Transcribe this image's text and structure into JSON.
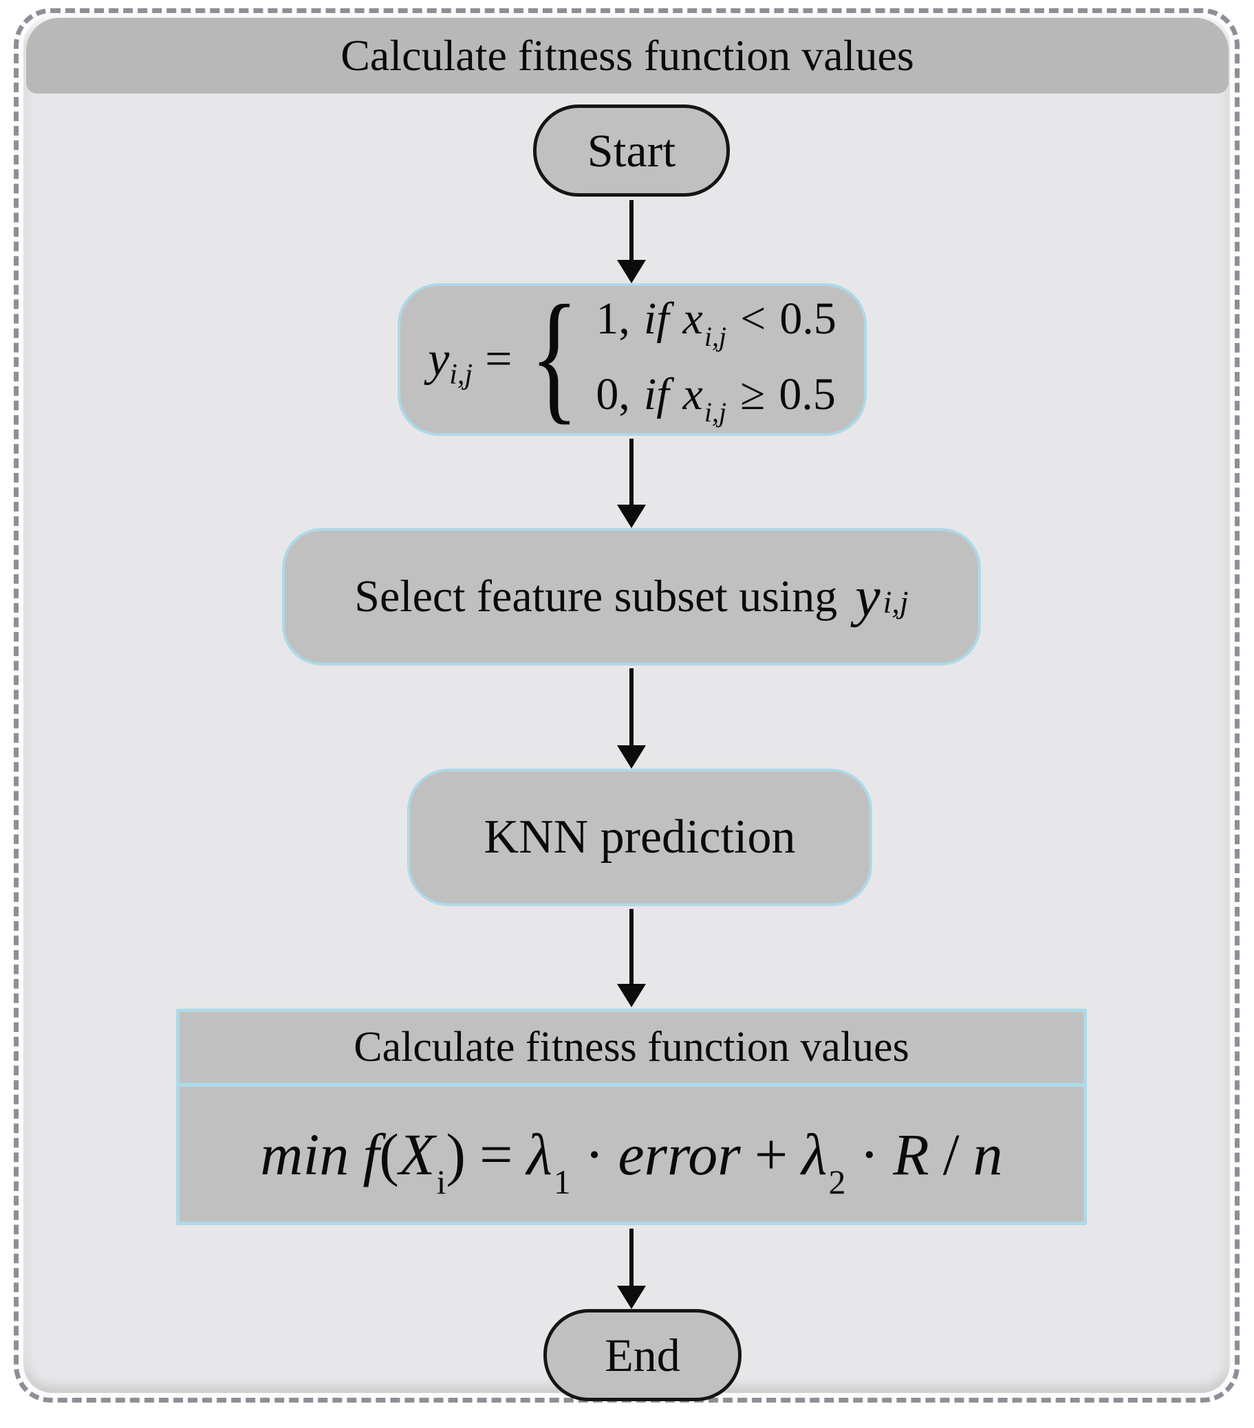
{
  "colors": {
    "panel_background": "#e7e7e9",
    "header_gray": "#b8b8b8",
    "node_gray": "#c0c0c0",
    "node_border_blue": "#aed9e8",
    "terminal_border_black": "#151515",
    "frame_dash_gray": "#8e8e96",
    "arrow_black": "#0c0c0c"
  },
  "title_bar": {
    "label": "Calculate fitness function values"
  },
  "flow": {
    "start": {
      "label": "Start"
    },
    "binarize": {
      "lhs_var": "y",
      "lhs_sub": "i,j",
      "equals": "=",
      "brace": "{",
      "cases": [
        {
          "value": "1,",
          "keyword": "if",
          "var": "x",
          "var_sub": "i,j",
          "relation": "<",
          "threshold": "0.5"
        },
        {
          "value": "0,",
          "keyword": "if",
          "var": "x",
          "var_sub": "i,j",
          "relation": "≥",
          "threshold": "0.5"
        }
      ]
    },
    "select_subset": {
      "text": "Select feature subset using",
      "var": "y",
      "var_sub": "i,j"
    },
    "knn": {
      "label": "KNN prediction"
    },
    "fitness": {
      "title": "Calculate fitness function values",
      "formula": {
        "min": "min",
        "func": "f",
        "open_paren": "(",
        "arg": "X",
        "arg_sub": "i",
        "close_paren": ")",
        "equals": "=",
        "lambda1": "λ",
        "lambda1_sub": "1",
        "dot1": "·",
        "error": "error",
        "plus": "+",
        "lambda2": "λ",
        "lambda2_sub": "2",
        "dot2": "·",
        "r_var": "R",
        "slash": "/",
        "n_var": "n"
      }
    },
    "end": {
      "label": "End"
    }
  }
}
